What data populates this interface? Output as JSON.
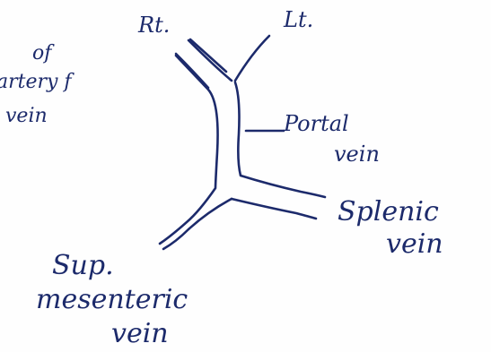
{
  "labels": {
    "left_note_line1": "of",
    "left_note_line2": "artery f",
    "left_note_line3": "vein",
    "rt": "Rt.",
    "lt": "Lt.",
    "portal_line1": "Portal",
    "portal_line2": "vein",
    "splenic_line1": "Splenic",
    "splenic_line2": "vein",
    "sup_line1": "Sup.",
    "sup_line2": "mesenteric",
    "sup_line3": "vein"
  },
  "colors": {
    "ink": "#1c2a6b",
    "paper": "#fefefe"
  }
}
